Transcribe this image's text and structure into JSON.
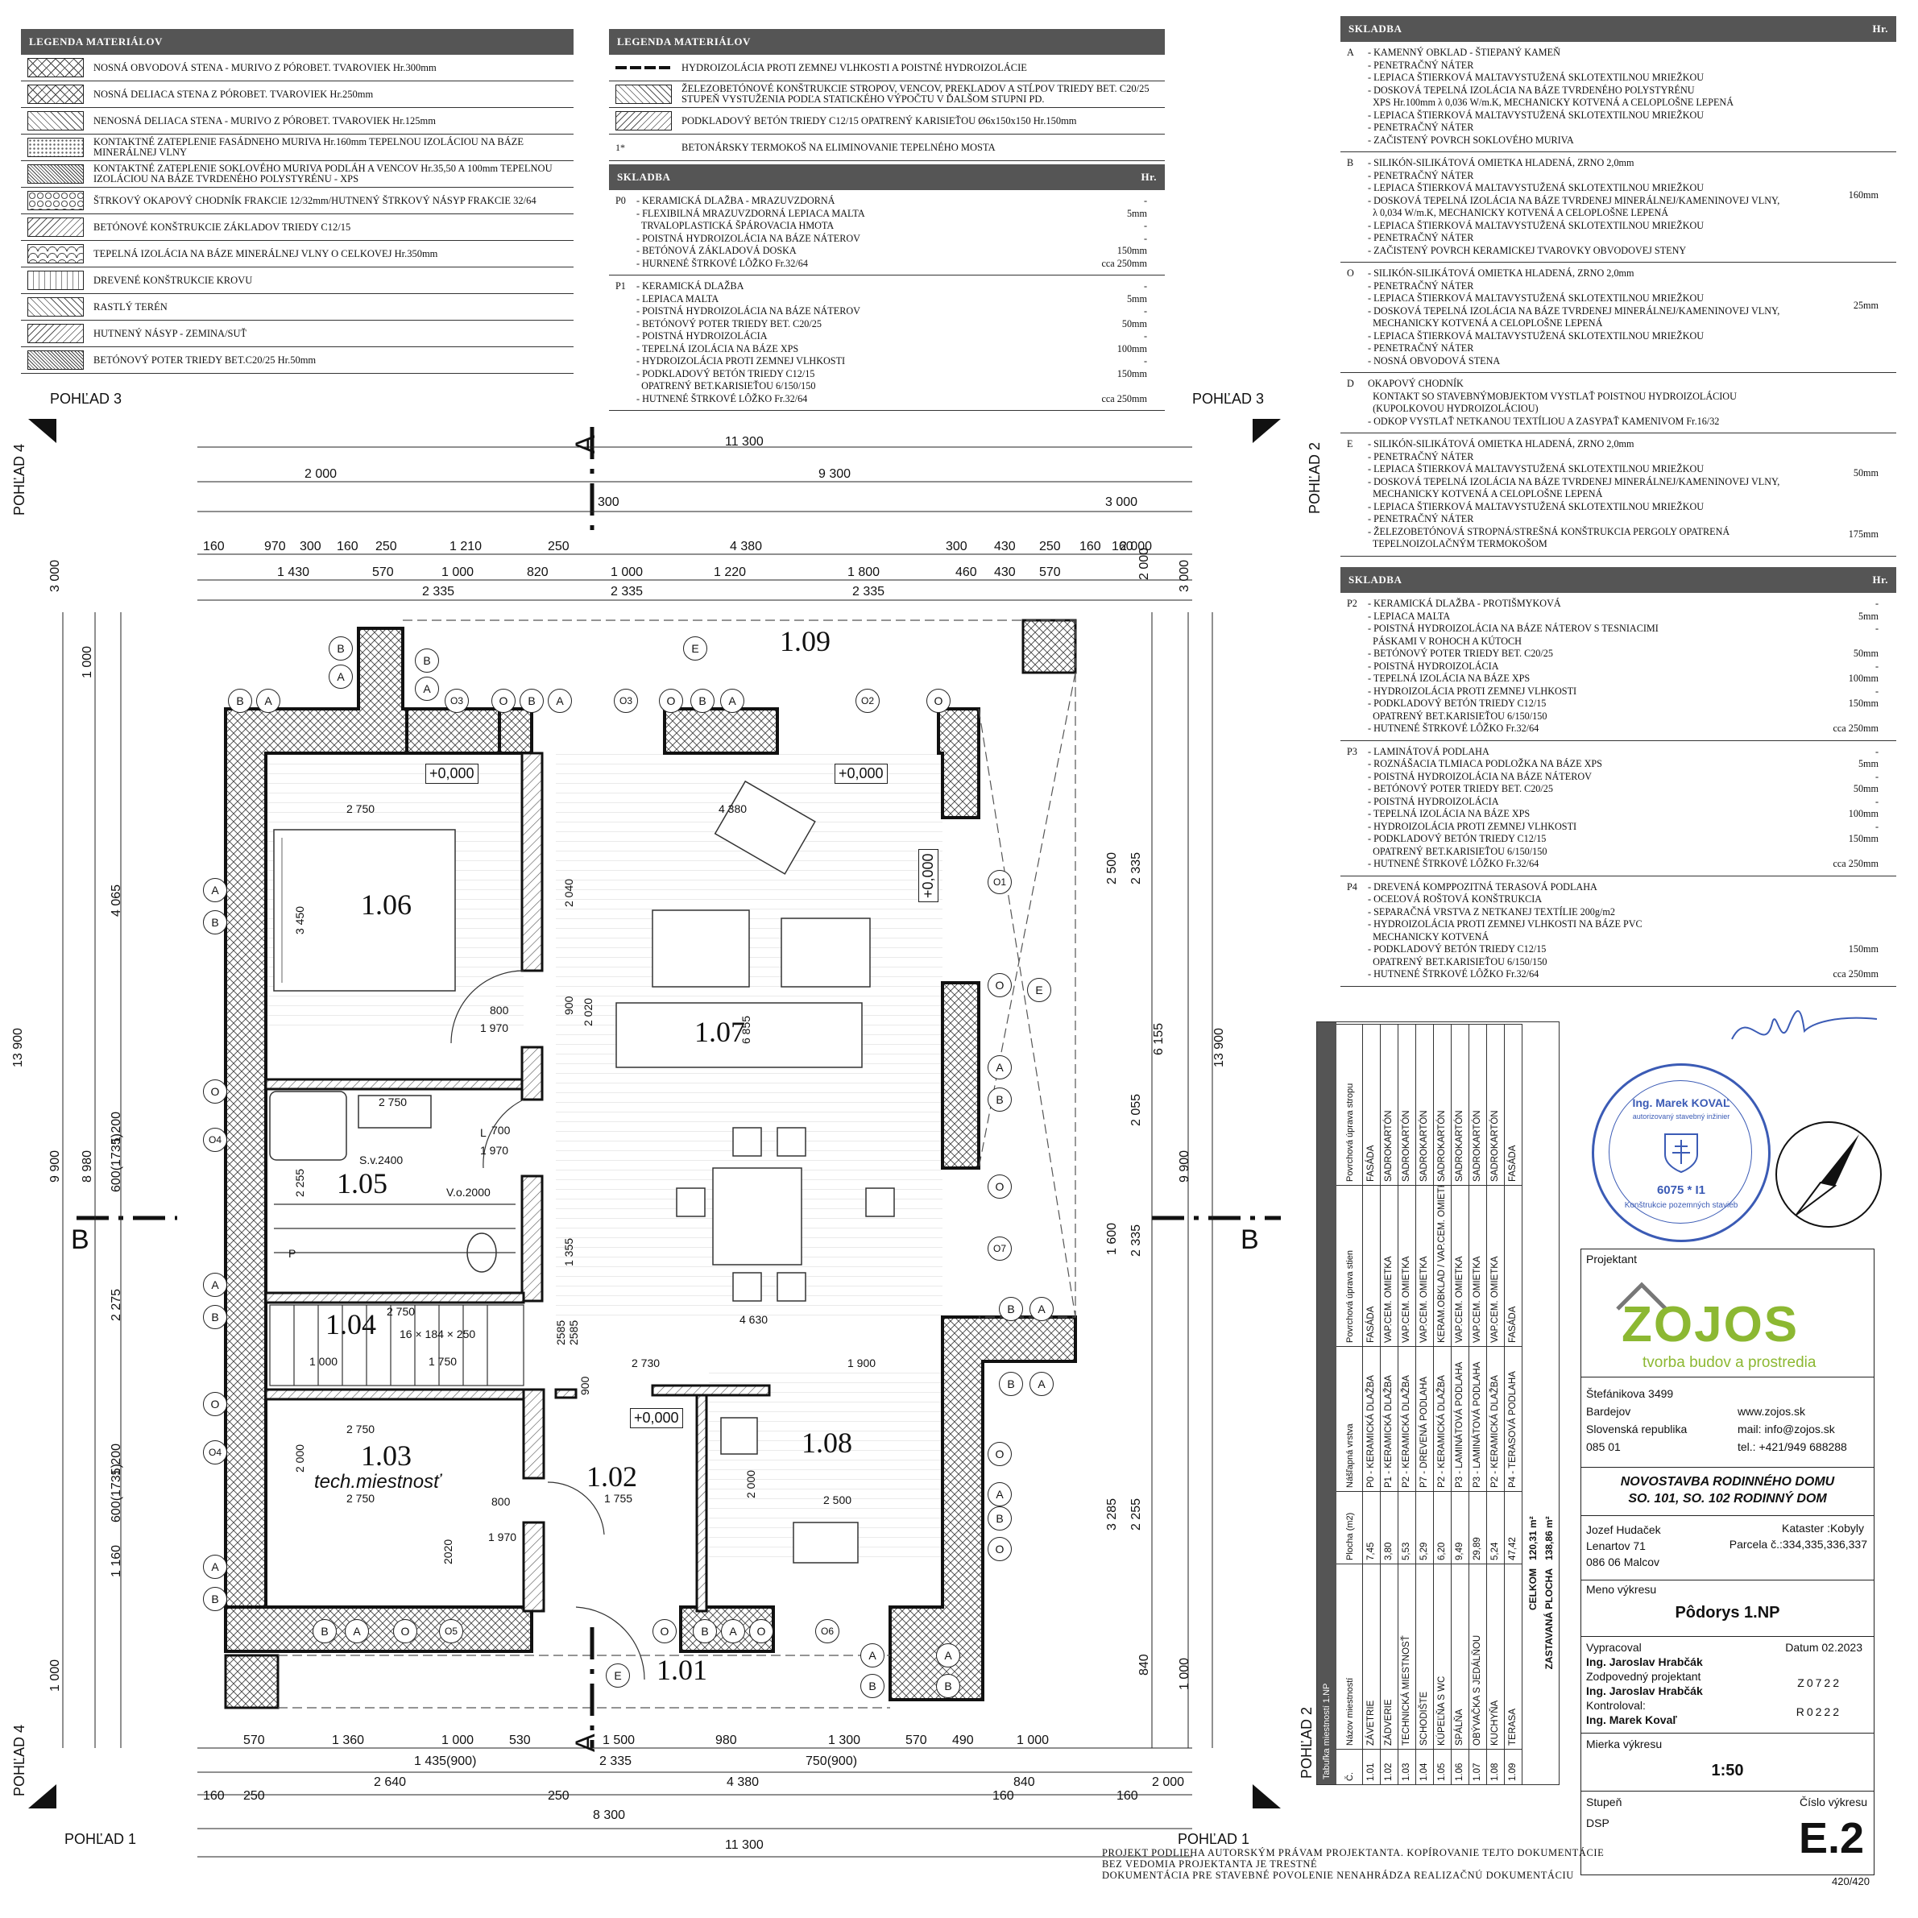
{
  "legend_left": {
    "title": "LEGENDA MATERIÁLOV",
    "items": [
      {
        "label": "NOSNÁ OBVODOVÁ STENA - MURIVO Z PÓROBET. TVAROVIEK Hr.300mm",
        "pattern": "cross"
      },
      {
        "label": "NOSNÁ DELIACA STENA Z PÓROBET. TVAROVIEK Hr.250mm",
        "pattern": "cross"
      },
      {
        "label": "NENOSNÁ DELIACA STENA - MURIVO Z PÓROBET. TVAROVIEK Hr.125mm",
        "pattern": "h45"
      },
      {
        "label": "KONTAKTNÉ ZATEPLENIE FASÁDNEHO MURIVA Hr.160mm TEPELNOU IZOLÁCIOU NA BÁZE MINERÁLNEJ VLNY",
        "pattern": "dots"
      },
      {
        "label": "KONTAKTNÉ ZATEPLENIE SOKLOVÉHO MURIVA PODLÁH A VENCOV Hr.35,50 A 100mm TEPELNOU IZOLÁCIOU NA BÁZE TVRDENÉHO POLYSTYRÉNU - XPS",
        "pattern": "dense"
      },
      {
        "label": "ŠTRKOVÝ OKAPOVÝ CHODNÍK FRAKCIE 12/32mm/HUTNENÝ ŠTRKOVÝ NÁSYP FRAKCIE 32/64",
        "pattern": "gravel"
      },
      {
        "label": "BETÓNOVÉ KONŠTRUKCIE ZÁKLADOV TRIEDY C12/15",
        "pattern": "h45b"
      },
      {
        "label": "TEPELNÁ IZOLÁCIA NA BÁZE MINERÁLNEJ VLNY O CELKOVEJ Hr.350mm",
        "pattern": "scallop"
      },
      {
        "label": "DREVENÉ KONŠTRUKCIE KROVU",
        "pattern": "wood"
      },
      {
        "label": "RASTLÝ TERÉN",
        "pattern": "h45"
      },
      {
        "label": "HUTNENÝ NÁSYP - ZEMINA/SUŤ",
        "pattern": "h45b"
      },
      {
        "label": "BETÓNOVÝ POTER TRIEDY BET.C20/25 Hr.50mm",
        "pattern": "dense"
      }
    ]
  },
  "legend_mid": {
    "title": "LEGENDA MATERIÁLOV",
    "items": [
      {
        "label": "HYDROIZOLÁCIA PROTI ZEMNEJ VLHKOSTI A POISTNÉ HYDROIZOLÁCIE"
      },
      {
        "label": "ŽELEZOBETÓNOVÉ KONŠTRUKCIE STROPOV, VENCOV, PREKLADOV A STĹPOV TRIEDY BET. C20/25 STUPEŇ VYSTUŽENIA PODĽA STATICKÉHO VÝPOČTU V ĎALŠOM STUPNI PD."
      },
      {
        "label": "PODKLADOVÝ BETÓN TRIEDY C12/15 OPATRENÝ KARISIEŤOU Ø6x150x150 Hr.150mm"
      },
      {
        "label": "BETONÁRSKY TERMOKOŠ NA ELIMINOVANIE TEPELNÉHO MOSTA",
        "key": "1*"
      }
    ]
  },
  "skladba_mid": {
    "title": "SKLADBA",
    "hr": "Hr.",
    "blocks": [
      {
        "key": "P0",
        "lines": [
          "- KERAMICKÁ DLAŽBA - MRAZUVZDORNÁ",
          "- FLEXIBILNÁ MRAZUVZDORNÁ LEPIACA MALTA",
          "  TRVALOPLASTICKÁ ŠPÁROVACIA HMOTA",
          "- POISTNÁ HYDROIZOLÁCIA NA BÁZE NÁTEROV",
          "- BETÓNOVÁ ZÁKLADOVÁ DOSKA",
          "- HURNENÉ ŠTRKOVÉ LÔŽKO Fr.32/64"
        ],
        "vals": [
          "-",
          "5mm",
          "-",
          "-",
          "150mm",
          "cca 250mm"
        ]
      },
      {
        "key": "P1",
        "lines": [
          "- KERAMICKÁ DLAŽBA",
          "- LEPIACA MALTA",
          "- POISTNÁ HYDROIZOLÁCIA NA BÁZE NÁTEROV",
          "- BETÓNOVÝ POTER TRIEDY BET. C20/25",
          "- POISTNÁ HYDROIZOLÁCIA",
          "- TEPELNÁ IZOLÁCIA NA BÁZE XPS",
          "- HYDROIZOLÁCIA PROTI ZEMNEJ VLHKOSTI",
          "- PODKLADOVÝ BETÓN TRIEDY C12/15",
          "  OPATRENÝ BET.KARISIEŤOU 6/150/150",
          "- HUTNENÉ ŠTRKOVÉ LÔŽKO Fr.32/64"
        ],
        "vals": [
          "-",
          "5mm",
          "-",
          "50mm",
          "-",
          "100mm",
          "-",
          "150mm",
          "",
          "cca 250mm"
        ]
      }
    ]
  },
  "skladba_right_1": {
    "title": "SKLADBA",
    "hr": "Hr.",
    "blocks": [
      {
        "key": "A",
        "lines": [
          "- KAMENNÝ OBKLAD - ŠTIEPANÝ KAMEŇ",
          "- PENETRAČNÝ NÁTER",
          "- LEPIACA ŠTIERKOVÁ MALTAVYSTUŽENÁ SKLOTEXTILNOU MRIEŽKOU",
          "- DOSKOVÁ TEPELNÁ IZOLÁCIA NA BÁZE TVRDENÉHO POLYSTYRÉNU",
          "  XPS Hr.100mm λ 0,036 W/m.K, MECHANICKY KOTVENÁ A CELOPLOŠNE LEPENÁ",
          "- LEPIACA ŠTIERKOVÁ MALTAVYSTUŽENÁ SKLOTEXTILNOU MRIEŽKOU",
          "- PENETRAČNÝ NÁTER",
          "- ZAČISTENÝ POVRCH SOKLOVÉHO MURIVA"
        ],
        "val": ""
      },
      {
        "key": "B",
        "lines": [
          "- SILIKÓN-SILIKÁTOVÁ OMIETKA HLADENÁ, ZRNO 2,0mm",
          "- PENETRAČNÝ NÁTER",
          "- LEPIACA ŠTIERKOVÁ MALTAVYSTUŽENÁ SKLOTEXTILNOU MRIEŽKOU",
          "- DOSKOVÁ TEPELNÁ IZOLÁCIA NA BÁZE TVRDENEJ MINERÁLNEJ/KAMENINOVEJ VLNY,",
          "  λ 0,034 W/m.K, MECHANICKY KOTVENÁ A CELOPLOŠNE LEPENÁ",
          "- LEPIACA ŠTIERKOVÁ MALTAVYSTUŽENÁ SKLOTEXTILNOU MRIEŽKOU",
          "- PENETRAČNÝ NÁTER",
          "- ZAČISTENÝ POVRCH KERAMICKEJ TVAROVKY OBVODOVEJ STENY"
        ],
        "val": "160mm"
      },
      {
        "key": "O",
        "lines": [
          "- SILIKÓN-SILIKÁTOVÁ OMIETKA HLADENÁ, ZRNO 2,0mm",
          "- PENETRAČNÝ NÁTER",
          "- LEPIACA ŠTIERKOVÁ MALTAVYSTUŽENÁ SKLOTEXTILNOU MRIEŽKOU",
          "- DOSKOVÁ TEPELNÁ IZOLÁCIA NA BÁZE TVRDENEJ MINERÁLNEJ/KAMENINOVEJ VLNY,",
          "  MECHANICKY KOTVENÁ A CELOPLOŠNE LEPENÁ",
          "- LEPIACA ŠTIERKOVÁ MALTAVYSTUŽENÁ SKLOTEXTILNOU MRIEŽKOU",
          "- PENETRAČNÝ NÁTER",
          "- NOSNÁ OBVODOVÁ STENA"
        ],
        "val": "25mm"
      },
      {
        "key": "D",
        "lines": [
          "OKAPOVÝ CHODNÍK",
          "  KONTAKT SO STAVEBNÝMOBJEKTOM VYSTLAŤ POISTNOU HYDROIZOLÁCIOU",
          "  (KUPOLKOVOU HYDROIZOLÁCIOU)",
          "- ODKOP VYSTLAŤ NETKANOU TEXTÍLIOU A ZASYPAŤ KAMENIVOM Fr.16/32"
        ],
        "val": ""
      },
      {
        "key": "E",
        "lines": [
          "- SILIKÓN-SILIKÁTOVÁ OMIETKA HLADENÁ, ZRNO 2,0mm",
          "- PENETRAČNÝ NÁTER",
          "- LEPIACA ŠTIERKOVÁ MALTAVYSTUŽENÁ SKLOTEXTILNOU MRIEŽKOU",
          "- DOSKOVÁ TEPELNÁ IZOLÁCIA NA BÁZE TVRDENEJ MINERÁLNEJ/KAMENINOVEJ VLNY,",
          "  MECHANICKY KOTVENÁ A CELOPLOŠNE LEPENÁ",
          "- LEPIACA ŠTIERKOVÁ MALTAVYSTUŽENÁ SKLOTEXTILNOU MRIEŽKOU",
          "- PENETRAČNÝ NÁTER",
          "- ŽELEZOBETÓNOVÁ STROPNÁ/STREŠNÁ KONŠTRUKCIA PERGOLY OPATRENÁ",
          "  TEPELNOIZOLAČNÝM TERMOKOŠOM"
        ],
        "val": "50mm",
        "val2": "175mm"
      }
    ]
  },
  "skladba_right_2": {
    "title": "SKLADBA",
    "hr": "Hr.",
    "blocks": [
      {
        "key": "P2",
        "lines": [
          "- KERAMICKÁ DLAŽBA - PROTIŠMYKOVÁ",
          "- LEPIACA MALTA",
          "- POISTNÁ HYDROIZOLÁCIA NA BÁZE NÁTEROV S TESNIACIMI",
          "  PÁSKAMI V ROHOCH A KÚTOCH",
          "- BETÓNOVÝ POTER TRIEDY BET. C20/25",
          "- POISTNÁ HYDROIZOLÁCIA",
          "- TEPELNÁ IZOLÁCIA NA BÁZE XPS",
          "- HYDROIZOLÁCIA PROTI ZEMNEJ VLHKOSTI",
          "- PODKLADOVÝ BETÓN TRIEDY C12/15",
          "  OPATRENÝ BET.KARISIEŤOU 6/150/150",
          "- HUTNENÉ ŠTRKOVÉ LÔŽKO Fr.32/64"
        ],
        "vals": [
          "-",
          "5mm",
          "-",
          "",
          "50mm",
          "-",
          "100mm",
          "-",
          "150mm",
          "",
          "cca 250mm"
        ]
      },
      {
        "key": "P3",
        "lines": [
          "- LAMINÁTOVÁ PODLAHA",
          "- ROZNÁŠACIA TLMIACA PODLOŽKA NA BÁZE XPS",
          "- POISTNÁ HYDROIZOLÁCIA NA BÁZE NÁTEROV",
          "- BETÓNOVÝ POTER TRIEDY BET. C20/25",
          "- POISTNÁ HYDROIZOLÁCIA",
          "- TEPELNÁ IZOLÁCIA NA BÁZE XPS",
          "- HYDROIZOLÁCIA PROTI ZEMNEJ VLHKOSTI",
          "- PODKLADOVÝ BETÓN TRIEDY C12/15",
          "  OPATRENÝ BET.KARISIEŤOU 6/150/150",
          "- HUTNENÉ ŠTRKOVÉ LÔŽKO Fr.32/64"
        ],
        "vals": [
          "-",
          "5mm",
          "-",
          "50mm",
          "-",
          "100mm",
          "-",
          "150mm",
          "",
          "cca 250mm"
        ]
      },
      {
        "key": "P4",
        "lines": [
          "- DREVENÁ KOMPPOZITNÁ TERASOVÁ PODLAHA",
          "- OCEĽOVÁ ROŠTOVÁ KONŠTRUKCIA",
          "- SEPARAČNÁ VRSTVA Z NETKANEJ TEXTÍLIE 200g/m2",
          "- HYDROIZOLÁCIA PROTI ZEMNEJ VLHKOSTI NA BÁZE PVC",
          "  MECHANICKY KOTVENÁ",
          "- PODKLADOVÝ BETÓN TRIEDY C12/15",
          "  OPATRENÝ BET.KARISIEŤOU 6/150/150",
          "- HUTNENÉ ŠTRKOVÉ LÔŽKO Fr.32/64"
        ],
        "vals": [
          "",
          "",
          "",
          "",
          "",
          "150mm",
          "",
          "cca 250mm"
        ]
      }
    ]
  },
  "plan": {
    "rooms": [
      {
        "id": "1.06"
      },
      {
        "id": "1.07"
      },
      {
        "id": "1.05"
      },
      {
        "id": "1.04"
      },
      {
        "id": "1.03",
        "sub": "tech.miestnosť"
      },
      {
        "id": "1.02"
      },
      {
        "id": "1.08"
      },
      {
        "id": "1.09"
      },
      {
        "id": "1.01"
      }
    ],
    "levels": [
      "+0,000",
      "+0,000",
      "+0,000",
      "+0,000"
    ],
    "views": {
      "v1": "POHĽAD 1",
      "v2": "POHĽAD 2",
      "v3": "POHĽAD 3",
      "v4": "POHĽAD 4"
    },
    "sections": {
      "a": "A",
      "b": "B"
    },
    "dims_top": {
      "overall": "11 300",
      "r2a": "2 000",
      "r2b": "9 300",
      "r3a": "300",
      "r3b": "3 000",
      "r4": [
        "160",
        "970",
        "300",
        "160",
        "250",
        "1 210",
        "250",
        "4 380",
        "300",
        "430",
        "250",
        "2 000",
        "160",
        "160"
      ],
      "r5": [
        "1 430",
        "570",
        "1 000",
        "820",
        "1 000",
        "1 220",
        "1 800",
        "460",
        "430",
        "570"
      ],
      "r6": [
        "2 335",
        "2 335",
        "2 335"
      ]
    },
    "dims_bottom": {
      "r1": [
        "570",
        "1 360",
        "1 000",
        "530",
        "1 500",
        "980",
        "1 300",
        "570",
        "490",
        "1 000"
      ],
      "r2": [
        "1 435(900)",
        "2 335",
        "750(900)"
      ],
      "r3": [
        "2 640",
        "4 380",
        "840",
        "2 000"
      ],
      "r4": [
        "160",
        "250",
        "250",
        "160",
        "160"
      ],
      "r5": "8 300",
      "r6": "11 300"
    },
    "dims_left": {
      "overall": "13 900",
      "a": "3 000",
      "b": "9 900",
      "c": "1 000",
      "d": "8 980",
      "e": "4 065",
      "f": "2 275",
      "g": "1 200",
      "h": "600(1735)",
      "i": "1 200",
      "j": "600(1735)",
      "k": "1 160",
      "l": "1 000"
    },
    "dims_right": {
      "overall": "13 900",
      "a": "2 000",
      "b": "3 000",
      "c": "9 900",
      "d": "6 155",
      "e": "2 500",
      "f": "2 335",
      "g": "2 055",
      "h": "1 600",
      "i": "2 335",
      "j": "3 285",
      "k": "2 255",
      "l": "1 000",
      "m": "840"
    },
    "interior_dims": [
      "2 750",
      "4 380",
      "3 450",
      "2 040",
      "900",
      "2 020",
      "800",
      "1 970",
      "6 855",
      "2 750",
      "700",
      "1 970",
      "2 255",
      "1 355",
      "2 750",
      "16 × 184 × 250",
      "1 000",
      "1 750",
      "2 730",
      "1 900",
      "4 630",
      "2 750",
      "2 750",
      "2 000",
      "1 755",
      "2 500",
      "2 000",
      "900",
      "2020",
      "800",
      "1 970",
      "2585",
      "2585"
    ],
    "misc_labels": [
      "S.v.2400",
      "V.o.2000",
      "P",
      "L"
    ]
  },
  "room_table": {
    "title": "Tabuľka miestností 1.NP",
    "headers": [
      "Č.",
      "Názov miestností",
      "Plocha (m2)",
      "Nášľapná vrstva",
      "Povrchová úprava stien",
      "Povrchová úprava stropu"
    ],
    "rows": [
      [
        "1.01",
        "ZÁVETRIE",
        "7,45",
        "P0 - KERAMICKÁ DLAŽBA",
        "FASÁDA",
        "FASÁDA"
      ],
      [
        "1.02",
        "ZÁDVERIE",
        "3,80",
        "P1 - KERAMICKÁ DLAŽBA",
        "VAP.CEM. OMIETKA",
        "SADROKARTÓN"
      ],
      [
        "1.03",
        "TECHNICKÁ MIESTNOSŤ",
        "5,53",
        "P2 - KERAMICKÁ DLAŽBA",
        "VAP.CEM. OMIETKA",
        "SADROKARTÓN"
      ],
      [
        "1.04",
        "SCHODIŠTE",
        "5,29",
        "P7 - DREVENÁ PODLAHA",
        "VAP.CEM. OMIETKA",
        "SADROKARTÓN"
      ],
      [
        "1.05",
        "KÚPEĽŇA S WC",
        "6,20",
        "P2 - KERAMICKÁ DLAŽBA",
        "KERAM.OBKLAD / VAP.CEM. OMIETKA",
        "SADROKARTÓN"
      ],
      [
        "1.06",
        "SPÁLŇA",
        "9,49",
        "P3 - LAMINÁTOVÁ PODLAHA",
        "VAP.CEM. OMIETKA",
        "SADROKARTÓN"
      ],
      [
        "1.07",
        "OBÝVAČKA S JEDÁLŇOU",
        "29,89",
        "P3 - LAMINÁTOVÁ PODLAHA",
        "VAP.CEM. OMIETKA",
        "SADROKARTÓN"
      ],
      [
        "1.08",
        "KUCHYŇA",
        "5,24",
        "P2 - KERAMICKÁ DLAŽBA",
        "VAP.CEM. OMIETKA",
        "SADROKARTÓN"
      ],
      [
        "1.09",
        "TERASA",
        "47,42",
        "P4 - TERASOVÁ PODLAHA",
        "FASÁDA",
        "FASÁDA"
      ]
    ],
    "total_label": "CELKOM",
    "total": "120,31 m²",
    "built_label": "ZASTAVANÁ PLOCHA",
    "built": "138,86 m²"
  },
  "stamp": {
    "name": "Ing. Marek KOVAĽ",
    "line1": "autorizovaný stavebný inžinier",
    "number": "6075 * I1",
    "line2": "Konštrukcie pozemných stavieb"
  },
  "title_block": {
    "projektant_label": "Projektant",
    "logo": "ZOJOS",
    "logo_sub": "tvorba budov a prostredia",
    "addr": [
      "Štefánikova 3499",
      "Bardejov",
      "Slovenská republika",
      "085 01"
    ],
    "contact": [
      "www.zojos.sk",
      "mail: info@zojos.sk",
      "tel.: +421/949 688288"
    ],
    "project_line1": "NOVOSTAVBA RODINNÉHO DOMU",
    "project_line2": "SO. 101, SO. 102 RODINNÝ DOM",
    "client": [
      "Jozef Hudaček",
      "Lenartov 71",
      "086 06 Malcov"
    ],
    "kataster_label": "Kataster :",
    "kataster": "Kobyly",
    "parcela": "Parcela č.:334,335,336,337",
    "drawing_name_label": "Meno výkresu",
    "drawing_name": "Pôdorys 1.NP",
    "vypracoval_label": "Vypracoval",
    "vypracoval": "Ing. Jaroslav Hrabčák",
    "datum": "Datum 02.2023",
    "zodp_label": "Zodpovedný projektant",
    "zodp": "Ing. Jaroslav Hrabčák",
    "z_code": "Z0722",
    "kontr_label": "Kontroloval:",
    "kontr": "Ing. Marek Kovaľ",
    "r_code": "R0222",
    "scale_label": "Mierka výkresu",
    "scale": "1:50",
    "stupen_label": "Stupeň",
    "stupen": "DSP",
    "cislo_label": "Číslo výkresu",
    "cislo": "E.2",
    "format": "420/420"
  },
  "notes": [
    "PROJEKT PODLIEHA AUTORSKÝM PRÁVAM PROJEKTANTA. KOPÍROVANIE TEJTO DOKUMENTÁCIE",
    "BEZ VEDOMIA PROJEKTANTA JE TRESTNÉ",
    "DOKUMENTÁCIA PRE STAVEBNÉ POVOLENIE NENAHRÁDZA REALIZAČNÚ DOKUMENTÁCIU"
  ],
  "colors": {
    "header_bg": "#555555",
    "logo_green": "#8cb832",
    "logo_gray": "#777777",
    "stamp_blue": "#3b5bb5",
    "wall": "#111111"
  }
}
